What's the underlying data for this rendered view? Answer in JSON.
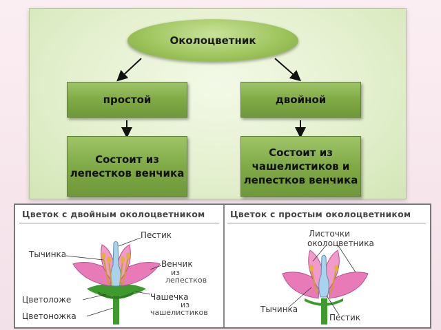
{
  "scheme": {
    "root": "Околоцветник",
    "left": "простой",
    "right": "двойной",
    "left_desc": [
      "Состоит из",
      "лепестков венчика"
    ],
    "right_desc": [
      "Состоит из",
      "чашелистиков и",
      "лепестков венчика"
    ]
  },
  "panel": {
    "double": {
      "title": "Цветок с двойным околоцветником",
      "labels": {
        "pistil": "Пестик",
        "stamen": "Тычинка",
        "corolla": "Венчик",
        "corolla_sub1": "из",
        "corolla_sub2": "лепестков",
        "receptacle": "Цветоложе",
        "calyx": "Чашечка",
        "calyx_sub1": "из",
        "calyx_sub2": "чашелистиков",
        "pedicel": "Цветоножка"
      }
    },
    "simple": {
      "title": "Цветок с простым околоцветником",
      "labels": {
        "leaflets1": "Листочки",
        "leaflets2": "околоцветника",
        "stamen": "Тычинка",
        "pistil": "Пестик"
      }
    }
  },
  "colors": {
    "petal": "#e87ab8",
    "pistil": "#a9d3ec",
    "green": "#3f9a2e"
  }
}
